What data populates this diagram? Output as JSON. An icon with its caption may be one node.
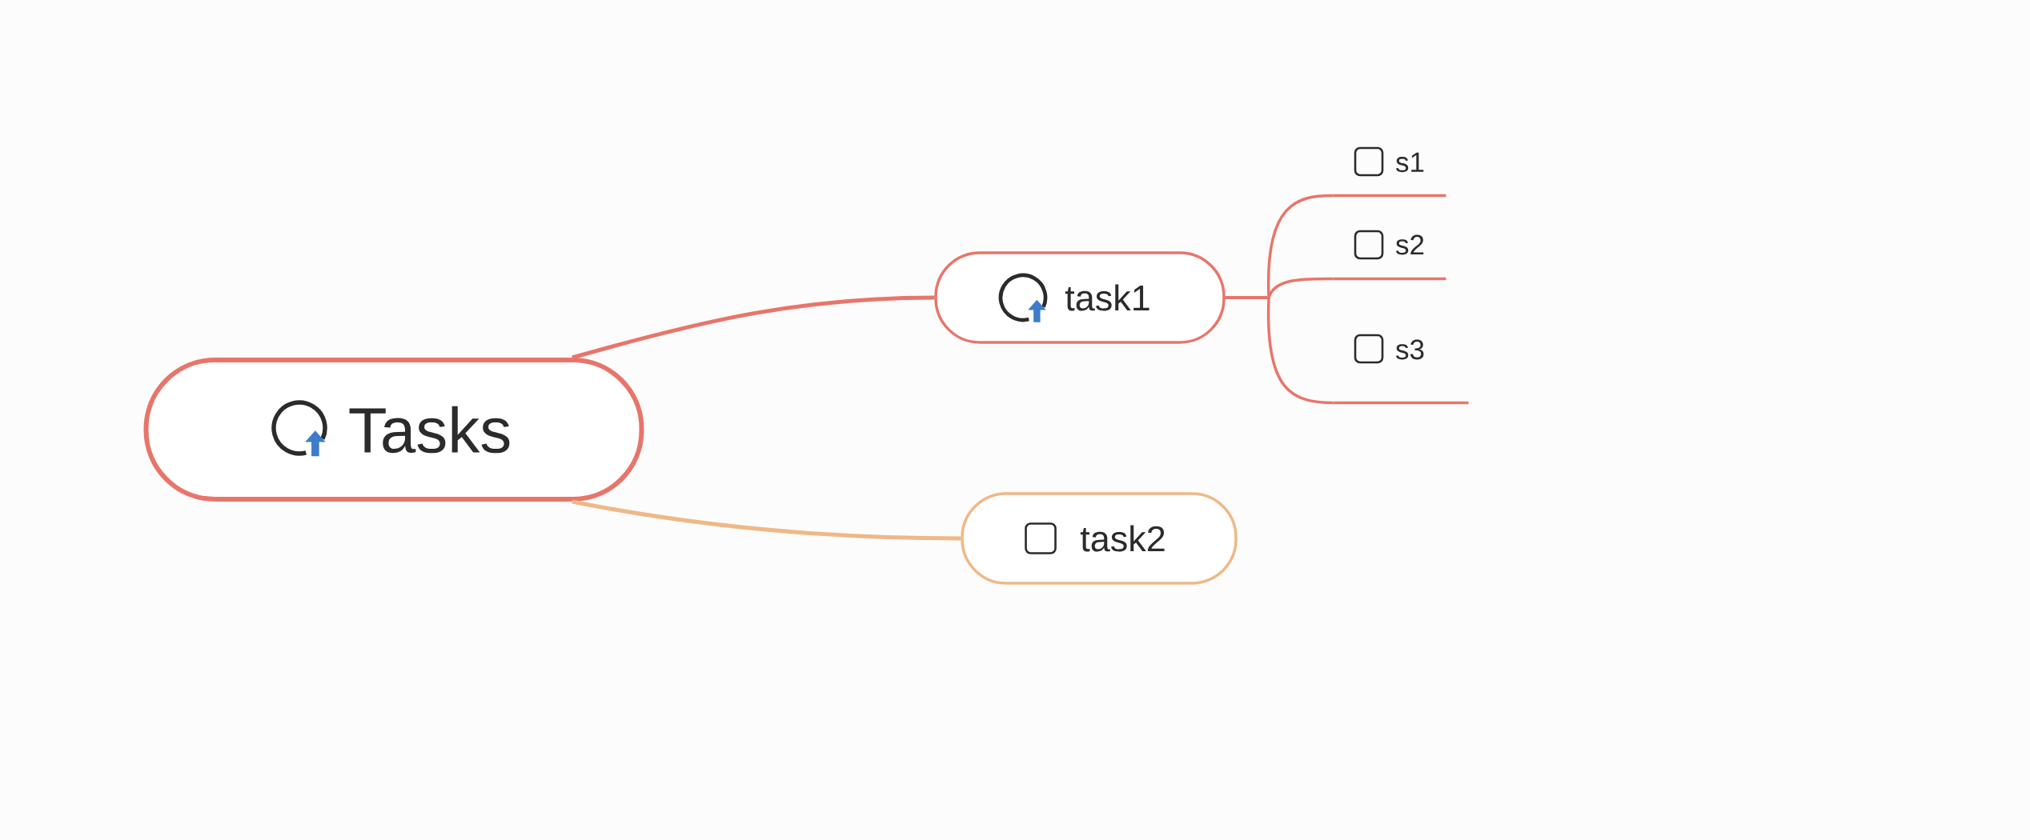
{
  "diagram": {
    "nodes": [
      {
        "text": [
          "Tasks"
        ]
      },
      {
        "text": [
          "task1"
        ]
      },
      {
        "text": [
          "task2"
        ]
      },
      {
        "text": [
          "s1"
        ]
      },
      {
        "text": [
          "s2"
        ]
      },
      {
        "text": [
          "s3"
        ]
      }
    ],
    "edges": [
      {
        "from": 0,
        "to": 1,
        "arrow": "none"
      },
      {
        "from": 0,
        "to": 2,
        "arrow": "none",
        "color": "#efb887"
      },
      {
        "from": 1,
        "to": 3,
        "arrow": "none"
      },
      {
        "from": 1,
        "to": 4,
        "arrow": "none"
      },
      {
        "from": 1,
        "to": 5,
        "arrow": "none"
      }
    ]
  }
}
